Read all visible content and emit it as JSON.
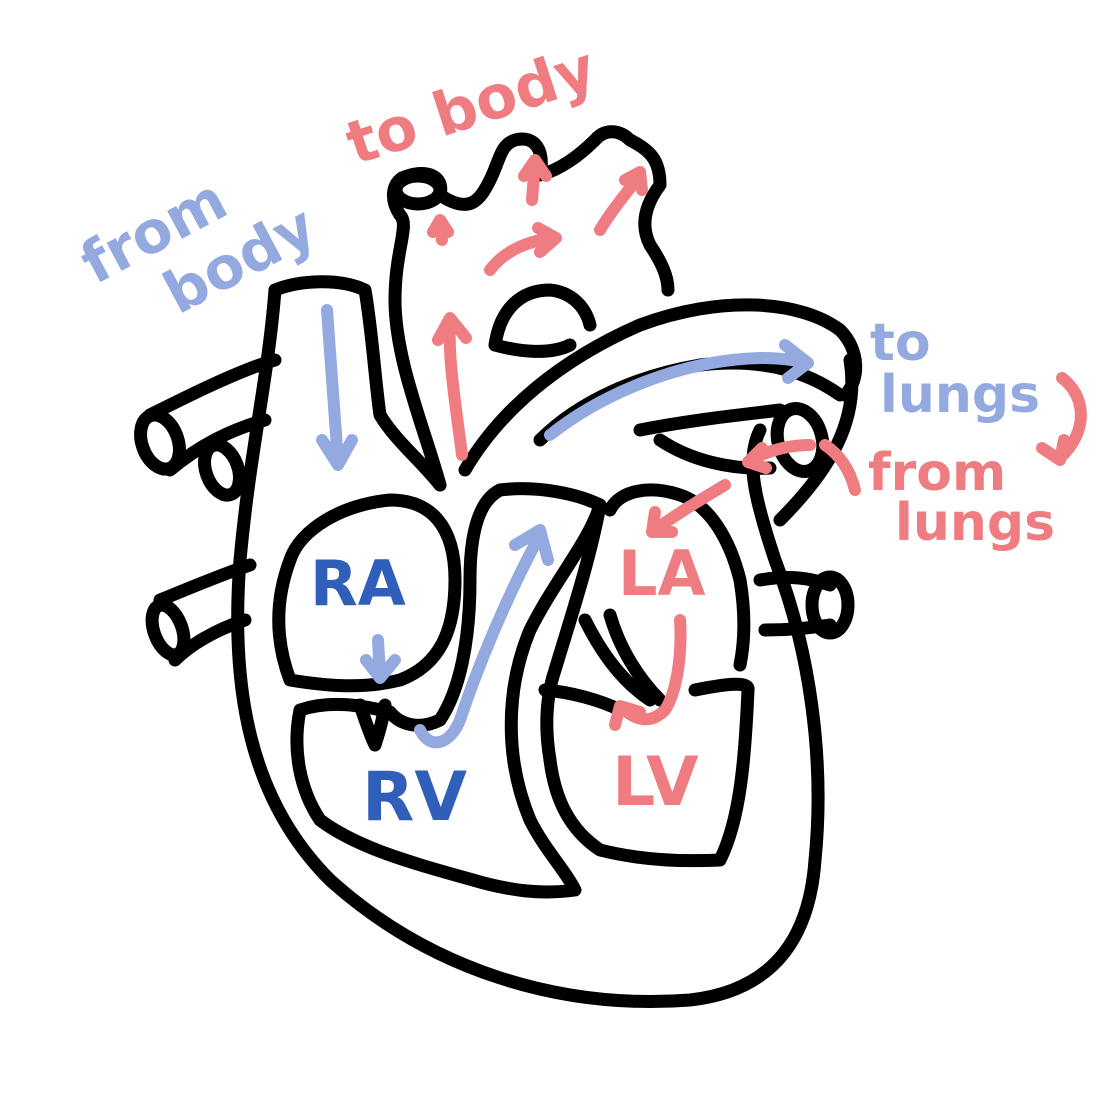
{
  "labels": {
    "ra": "RA",
    "rv": "RV",
    "la": "LA",
    "lv": "LV",
    "from_body": [
      "from",
      "body"
    ],
    "to_body": "to body",
    "to_lungs": [
      "to",
      "lungs"
    ],
    "from_lungs": [
      "from",
      "lungs"
    ]
  },
  "colors": {
    "outline": "#000000",
    "deoxygenated_label": "#2f5fb8",
    "deoxygenated_arrow": "#93a9e0",
    "oxygenated": "#ef7c80",
    "background": "#ffffff"
  }
}
